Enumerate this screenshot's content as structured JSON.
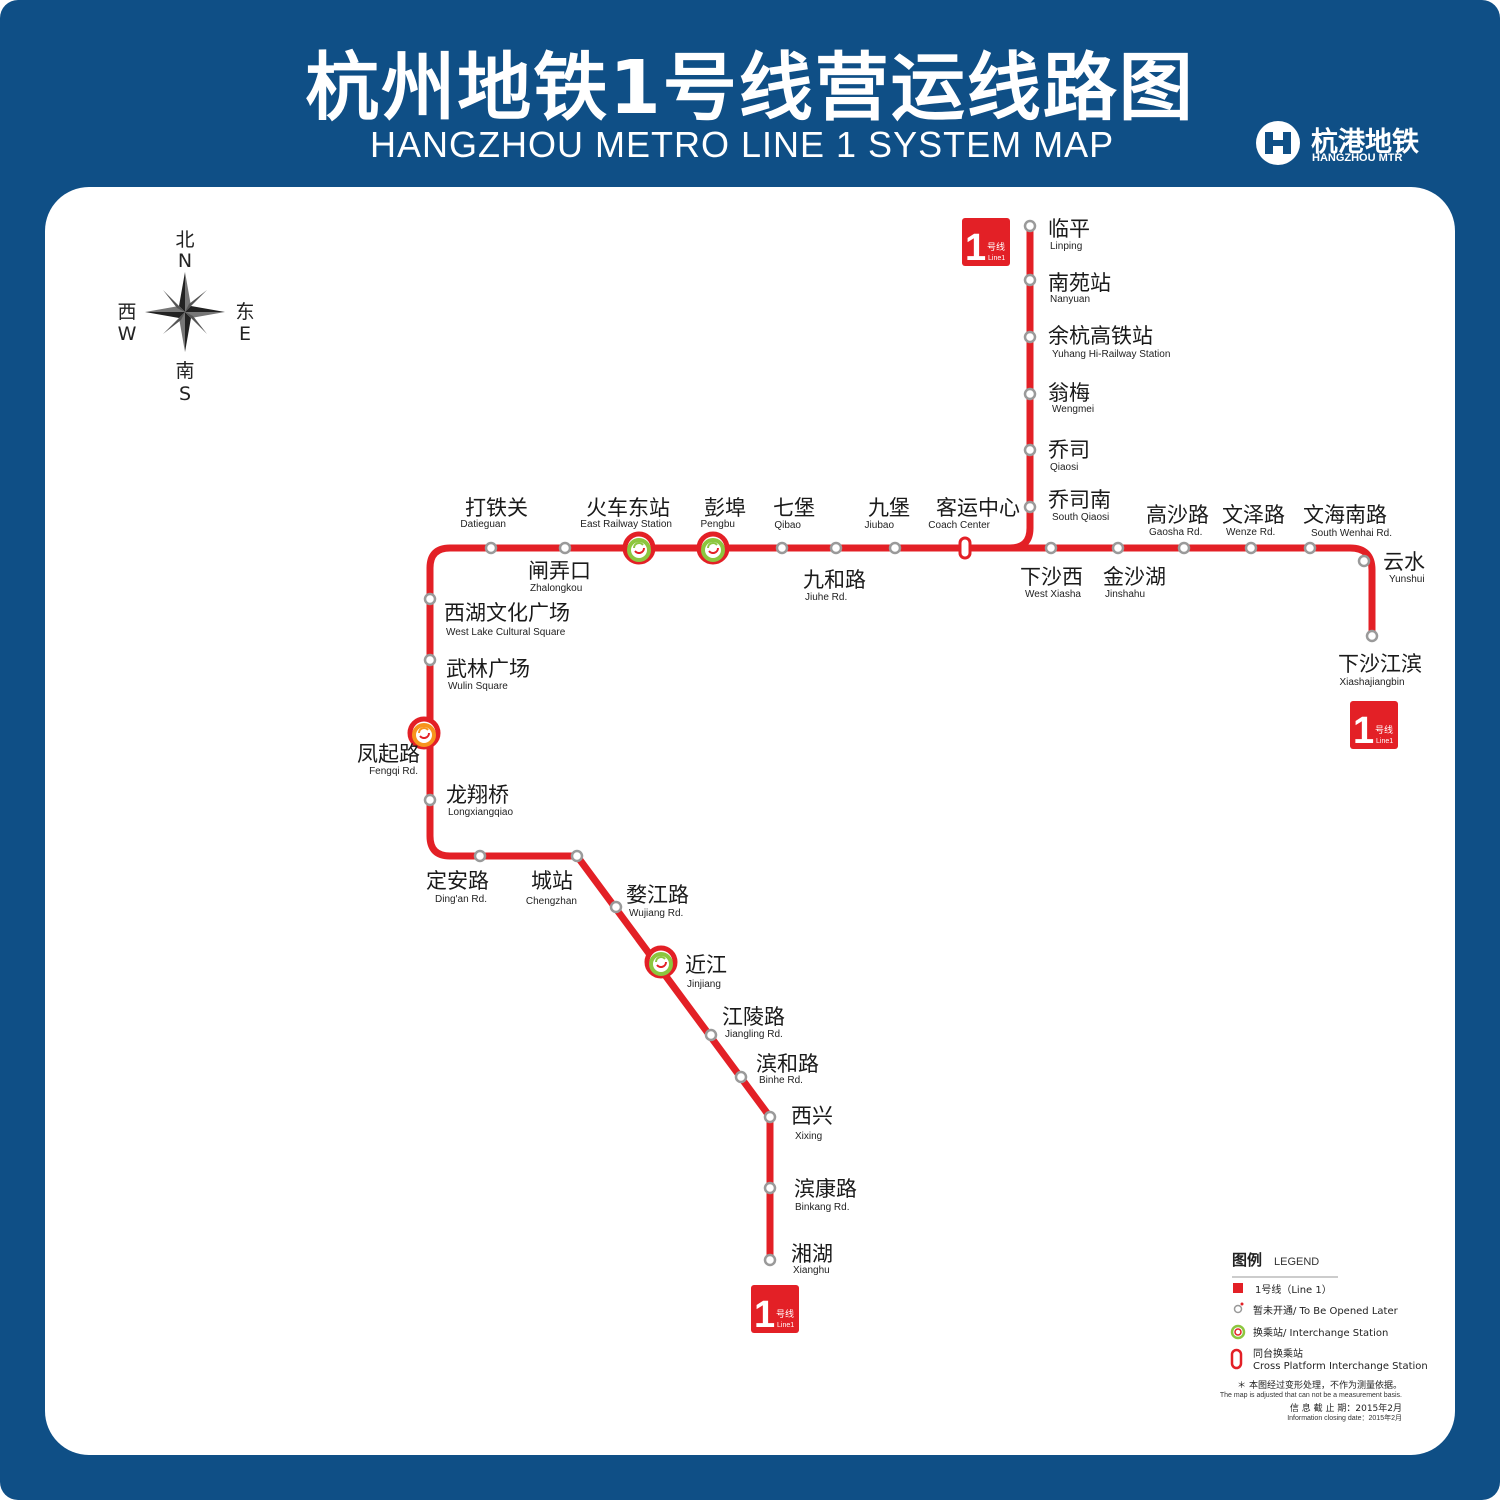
{
  "header": {
    "title_cn": "杭州地铁1号线营运线路图",
    "title_en": "HANGZHOU  METRO LINE 1 SYSTEM MAP",
    "brand_cn": "杭港地铁",
    "brand_en": "HANGZHOU MTR"
  },
  "compass": {
    "north_cn": "北",
    "north": "N",
    "south_cn": "南",
    "south": "S",
    "east_cn": "东",
    "east": "E",
    "west_cn": "西",
    "west": "W"
  },
  "line": {
    "number": "1",
    "name_cn": "号线",
    "name_en": "Line1",
    "color": "#e32026"
  },
  "stations": [
    {
      "id": "linping",
      "cn": "临平",
      "en": "Linping"
    },
    {
      "id": "nanyuan",
      "cn": "南苑站",
      "en": "Nanyuan"
    },
    {
      "id": "yuhang",
      "cn": "余杭高铁站",
      "en": "Yuhang Hi-Railway Station"
    },
    {
      "id": "wengmei",
      "cn": "翁梅",
      "en": "Wengmei"
    },
    {
      "id": "qiaosi",
      "cn": "乔司",
      "en": "Qiaosi"
    },
    {
      "id": "qiaosinan",
      "cn": "乔司南",
      "en": "South  Qiaosi"
    },
    {
      "id": "keyun",
      "cn": "客运中心",
      "en": "Coach Center",
      "type": "cross-platform"
    },
    {
      "id": "jiubao",
      "cn": "九堡",
      "en": "Jiubao"
    },
    {
      "id": "jiuhe",
      "cn": "九和路",
      "en": "Jiuhe Rd."
    },
    {
      "id": "qibao",
      "cn": "七堡",
      "en": "Qibao"
    },
    {
      "id": "pengbu",
      "cn": "彭埠",
      "en": "Pengbu",
      "type": "interchange"
    },
    {
      "id": "huochedong",
      "cn": "火车东站",
      "en": "East Railway Station",
      "type": "interchange"
    },
    {
      "id": "zhalongkou",
      "cn": "闸弄口",
      "en": "Zhalongkou"
    },
    {
      "id": "datieguan",
      "cn": "打铁关",
      "en": "Datieguan"
    },
    {
      "id": "xihu",
      "cn": "西湖文化广场",
      "en": "West Lake Cultural Square"
    },
    {
      "id": "wulin",
      "cn": "武林广场",
      "en": "Wulin Square"
    },
    {
      "id": "fengqi",
      "cn": "凤起路",
      "en": "Fengqi Rd.",
      "type": "interchange"
    },
    {
      "id": "longxiang",
      "cn": "龙翔桥",
      "en": "Longxiangqiao"
    },
    {
      "id": "dingan",
      "cn": "定安路",
      "en": "Ding'an Rd."
    },
    {
      "id": "chengzhan",
      "cn": "城站",
      "en": "Chengzhan"
    },
    {
      "id": "wujiang",
      "cn": "婺江路",
      "en": "Wujiang Rd."
    },
    {
      "id": "jinjiang",
      "cn": "近江",
      "en": "Jinjiang",
      "type": "interchange"
    },
    {
      "id": "jiangling",
      "cn": "江陵路",
      "en": "Jiangling  Rd."
    },
    {
      "id": "binhe",
      "cn": "滨和路",
      "en": "Binhe  Rd."
    },
    {
      "id": "xixing",
      "cn": "西兴",
      "en": "Xixing"
    },
    {
      "id": "binkang",
      "cn": "滨康路",
      "en": "Binkang Rd."
    },
    {
      "id": "xianghu",
      "cn": "湘湖",
      "en": "Xianghu"
    },
    {
      "id": "xiashaxi",
      "cn": "下沙西",
      "en": "West  Xiasha"
    },
    {
      "id": "jinshahu",
      "cn": "金沙湖",
      "en": "Jinshahu"
    },
    {
      "id": "gaosha",
      "cn": "高沙路",
      "en": "Gaosha Rd."
    },
    {
      "id": "wenze",
      "cn": "文泽路",
      "en": "Wenze Rd."
    },
    {
      "id": "wenhainan",
      "cn": "文海南路",
      "en": "South Wenhai Rd."
    },
    {
      "id": "yunshui",
      "cn": "云水",
      "en": "Yunshui"
    },
    {
      "id": "xiashajiangbin",
      "cn": "下沙江滨",
      "en": "Xiashajiangbin"
    }
  ],
  "legend": {
    "title_cn": "图例",
    "title_en": "LEGEND",
    "line_item": "1号线（Line 1）",
    "later_item": "暂未开通/ To Be Opened Later",
    "interchange_item": "换乘站/ Interchange Station",
    "cross_cn": "同台换乘站",
    "cross_en": "Cross Platform Interchange Station",
    "note_cn": "＊ 本图经过变形处理，不作为测量依据。",
    "note_en": "The map is adjusted that can not be a measurement basis.",
    "date_cn": "信 息 截 止 期：2015年2月",
    "date_en": "Information closing date：2015年2月"
  },
  "colors": {
    "background": "#0f4f86",
    "line": "#e32026",
    "interchange_green": "#8cc63f",
    "interchange_orange": "#f7941d"
  }
}
